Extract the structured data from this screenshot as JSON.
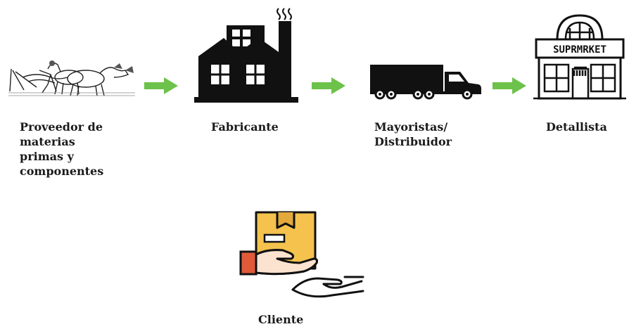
{
  "colors": {
    "arrow": "#6cc24a",
    "ink": "#111111",
    "box": "#f4c24d",
    "sleeve": "#e05a3a",
    "hand": "#fbe3cf"
  },
  "nodes": {
    "supplier": {
      "label": "Proveedor de\nmaterias\nprimas y\ncomponentes",
      "icon": "plough-oxen-icon"
    },
    "manufacturer": {
      "label": "Fabricante",
      "icon": "factory-icon"
    },
    "wholesaler": {
      "label": "Mayoristas/\nDistribuidor",
      "icon": "truck-icon"
    },
    "retailer": {
      "label": "Detallista",
      "icon": "supermarket-icon",
      "sign": "SUPRMRKET"
    },
    "customer": {
      "label": "Cliente",
      "icon": "package-hand-icon"
    }
  },
  "arrows": [
    {
      "from": "supplier",
      "to": "manufacturer"
    },
    {
      "from": "manufacturer",
      "to": "wholesaler"
    },
    {
      "from": "wholesaler",
      "to": "retailer"
    }
  ]
}
